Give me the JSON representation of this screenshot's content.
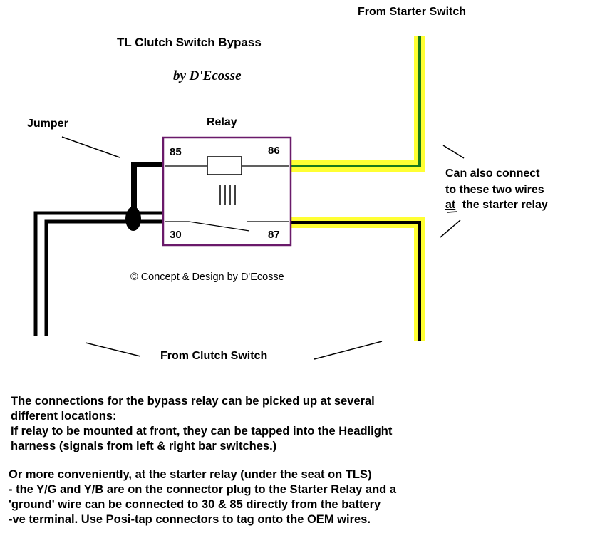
{
  "diagram": {
    "title": "TL Clutch Switch Bypass",
    "author": "by D'Ecosse",
    "relay_label": "Relay",
    "jumper_label": "Jumper",
    "terminals": {
      "t85": "85",
      "t86": "86",
      "t30": "30",
      "t87": "87"
    },
    "from_starter_label": "From Starter Switch",
    "from_clutch_label": "From Clutch Switch",
    "also_connect": [
      "Can also connect",
      "to these two wires",
      "the starter relay"
    ],
    "also_connect_underlined": "at",
    "copyright": "© Concept & Design by D'Ecosse",
    "wire_colors": {
      "yellow": "#ffff33",
      "green": "#1a7a1a",
      "black": "#000000",
      "relay_box": "#6a1a6a"
    }
  },
  "notes": {
    "paragraph1": [
      "The connections for the bypass relay can be picked up at several",
      "different locations:",
      "If relay to be mounted at front, they can be tapped into the Headlight",
      " harness  (signals from left & right bar switches.)"
    ],
    "paragraph2": [
      "Or more conveniently,  at the starter relay  (under the seat on TLS)",
      "- the Y/G and Y/B are on the connector plug to the Starter Relay and a",
      "'ground' wire can be connected to 30 & 85 directly from the battery",
      "-ve terminal. Use Posi-tap connectors to tag onto the OEM wires."
    ]
  }
}
